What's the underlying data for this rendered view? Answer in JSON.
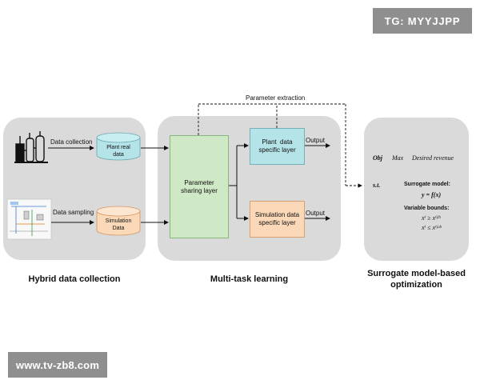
{
  "watermarks": {
    "top": "TG: MYYJJPP",
    "bottom": "www.tv-zb8.com"
  },
  "panels": {
    "hybrid": {
      "caption": "Hybrid data collection",
      "data_collection": "Data collection",
      "data_sampling": "Data sampling",
      "plant_real_data": [
        "Plant real",
        "data"
      ],
      "simulation_data": [
        "Simulation",
        "Data"
      ]
    },
    "multitask": {
      "caption": "Multi-task learning",
      "parameter_sharing": [
        "Parameter",
        "sharing layer"
      ],
      "plant_specific": [
        "Plant  data",
        "specific layer"
      ],
      "simulation_specific": [
        "Simulation data",
        "specific layer"
      ],
      "output_top": "Output",
      "output_bottom": "Output"
    },
    "optimization": {
      "caption": [
        "Surrogate model-based",
        "optimization"
      ],
      "obj": "Obj",
      "max": "Max",
      "desired_revenue": "Desired revenue",
      "st": "s.t.",
      "surrogate_model_label": "Surrogate model:",
      "surrogate_model_eq": "y = f(x)",
      "variable_bounds_label": "Variable bounds:",
      "bound1": "xⁱ ≥ xⁱʲˡᵇ",
      "bound2": "xⁱ ≤ xⁱʲᵘᵇ"
    }
  },
  "parameter_extraction": "Parameter extraction",
  "colors": {
    "panel": "#dadada",
    "sharing_layer": "#cfe8c5",
    "plant_cyan": "#b4e3e8",
    "simulation_orange": "#fbd8b8"
  }
}
